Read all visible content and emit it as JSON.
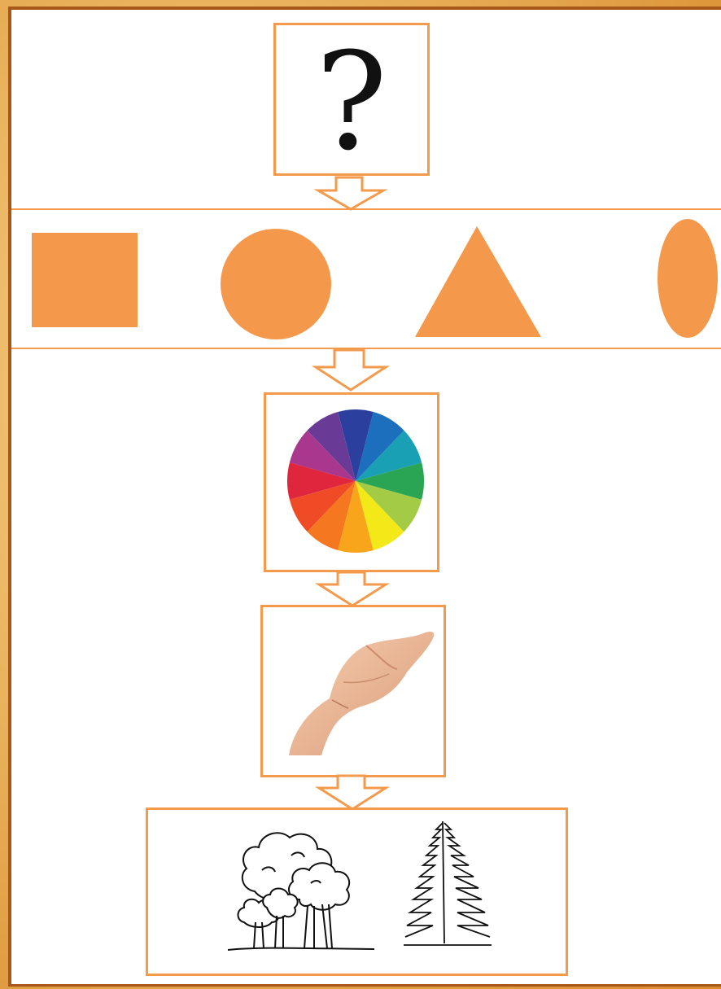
{
  "diagram": {
    "question_symbol": "?",
    "stages": [
      "question",
      "shapes",
      "colors",
      "touch",
      "nature"
    ],
    "shapes": [
      "square",
      "circle",
      "triangle",
      "oval"
    ],
    "icons": {
      "color_wheel": "color-wheel-icon",
      "hand": "open-palm-hand-icon",
      "deciduous_trees": "deciduous-trees-icon",
      "fir_tree": "fir-tree-icon"
    }
  },
  "colors": {
    "accent": "#f39a4c",
    "frame": "#a8571a",
    "text": "#111111",
    "wheel": [
      "#f3e919",
      "#a4cb45",
      "#2aa554",
      "#1aa0b4",
      "#1c6fbd",
      "#2b3f9e",
      "#6a3a97",
      "#a8378d",
      "#e0263d",
      "#ee4b26",
      "#f57720",
      "#f9a51b"
    ]
  }
}
